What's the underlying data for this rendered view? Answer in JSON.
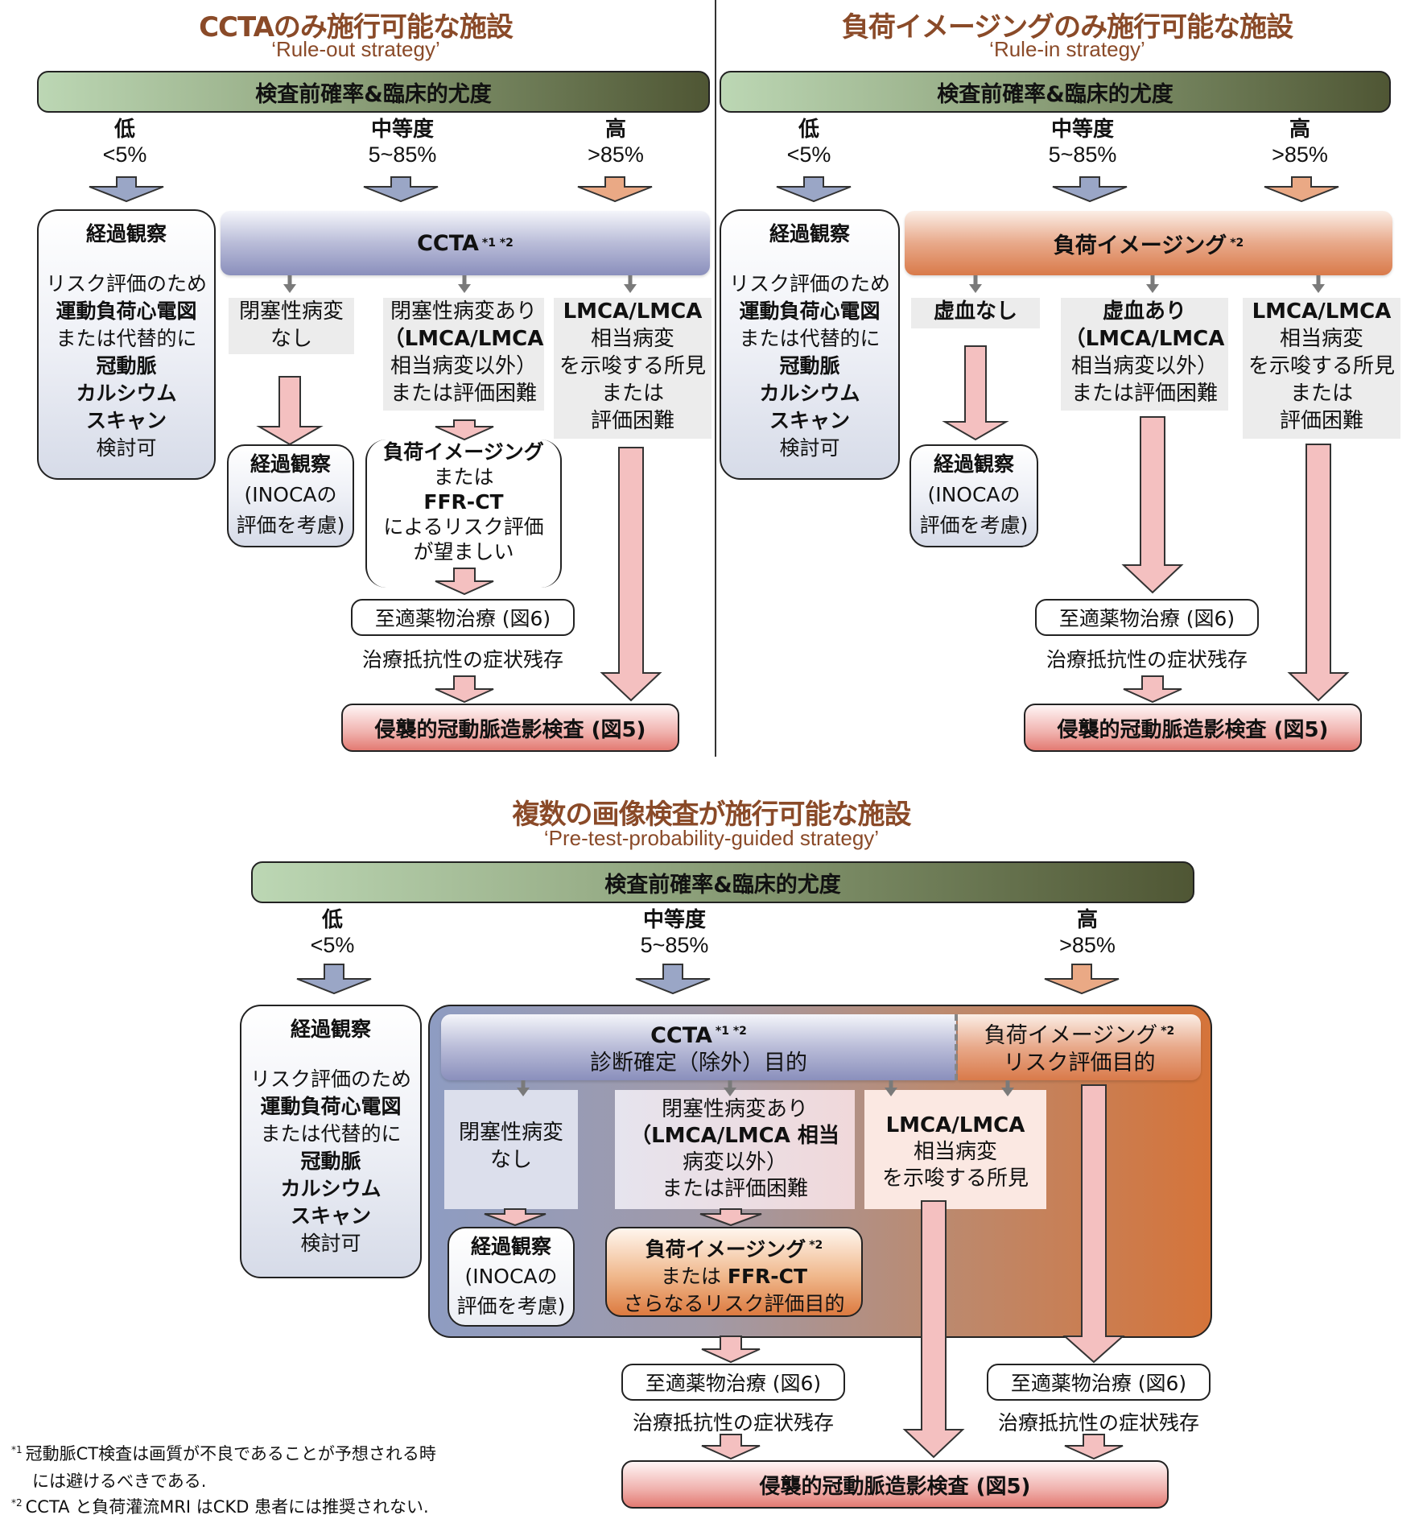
{
  "colors": {
    "title_brown": "#8a4a28",
    "blue_arrow": "#9aa6c6",
    "orange_arrow": "#eaa985",
    "pink_arrow": "#f4c0c0",
    "ccta_header": "#8a8fbc",
    "stress_header": "#d97a4a",
    "cag_box": "#e37a72",
    "pretest_bar_dark": "#4f5634",
    "pretest_bar_light": "#bcd7b4"
  },
  "left_panel": {
    "title": "CCTAのみ施行可能な施設",
    "subtitle": "‘Rule-out strategy’",
    "pretest_bar": "検査前確率&臨床的尤度",
    "levels": [
      {
        "name": "低",
        "range": "<5%",
        "arrow": "blue"
      },
      {
        "name": "中等度",
        "range": "5~85%",
        "arrow": "blue"
      },
      {
        "name": "高",
        "range": ">85%",
        "arrow": "orange"
      }
    ],
    "observation_box": {
      "title": "経過観察",
      "lines": [
        "リスク評価のため",
        "運動負荷心電図",
        "または代替的に",
        "冠動脈",
        "カルシウム",
        "スキャン",
        "検討可"
      ]
    },
    "header": {
      "label": "CCTA",
      "note": "*1 *2"
    },
    "outcomes": [
      {
        "lines": [
          "閉塞性病変",
          "なし"
        ]
      },
      {
        "lines": [
          "閉塞性病変あり",
          "（LMCA/LMCA",
          "相当病変以外）",
          "または評価困難"
        ]
      },
      {
        "lines": [
          "LMCA/LMCA",
          "相当病変",
          "を示唆する所見",
          "または",
          "評価困難"
        ]
      }
    ],
    "followup_box": {
      "lines": [
        "経過観察",
        "(INOCAの",
        "評価を考慮)"
      ]
    },
    "risk_box": {
      "lines": [
        "負荷イメージング",
        "または",
        "FFR-CT",
        "によるリスク評価",
        "が望ましい"
      ]
    },
    "omt": "至適薬物治療 (図6)",
    "refractory": "治療抵抗性の症状残存",
    "cag": "侵襲的冠動脈造影検査 (図5)"
  },
  "right_panel": {
    "title": "負荷イメージングのみ施行可能な施設",
    "subtitle": "‘Rule-in strategy’",
    "pretest_bar": "検査前確率&臨床的尤度",
    "levels": [
      {
        "name": "低",
        "range": "<5%",
        "arrow": "blue"
      },
      {
        "name": "中等度",
        "range": "5~85%",
        "arrow": "blue"
      },
      {
        "name": "高",
        "range": ">85%",
        "arrow": "orange"
      }
    ],
    "observation_box": {
      "title": "経過観察",
      "lines": [
        "リスク評価のため",
        "運動負荷心電図",
        "または代替的に",
        "冠動脈",
        "カルシウム",
        "スキャン",
        "検討可"
      ]
    },
    "header": {
      "label": "負荷イメージング",
      "note": "*2"
    },
    "outcomes": [
      {
        "lines": [
          "虚血なし"
        ]
      },
      {
        "lines": [
          "虚血あり",
          "（LMCA/LMCA",
          "相当病変以外）",
          "または評価困難"
        ]
      },
      {
        "lines": [
          "LMCA/LMCA",
          "相当病変",
          "を示唆する所見",
          "または",
          "評価困難"
        ]
      }
    ],
    "followup_box": {
      "lines": [
        "経過観察",
        "(INOCAの",
        "評価を考慮)"
      ]
    },
    "omt": "至適薬物治療 (図6)",
    "refractory": "治療抵抗性の症状残存",
    "cag": "侵襲的冠動脈造影検査 (図5)"
  },
  "bottom_panel": {
    "title": "複数の画像検査が施行可能な施設",
    "subtitle": "‘Pre-test-probability-guided strategy’",
    "pretest_bar": "検査前確率&臨床的尤度",
    "levels": [
      {
        "name": "低",
        "range": "<5%",
        "arrow": "blue"
      },
      {
        "name": "中等度",
        "range": "5~85%",
        "arrow": "blue"
      },
      {
        "name": "高",
        "range": ">85%",
        "arrow": "orange"
      }
    ],
    "observation_box": {
      "title": "経過観察",
      "lines": [
        "リスク評価のため",
        "運動負荷心電図",
        "または代替的に",
        "冠動脈",
        "カルシウム",
        "スキャン",
        "検討可"
      ]
    },
    "ccta_header": {
      "label": "CCTA",
      "note": "*1 *2",
      "purpose": "診断確定（除外）目的"
    },
    "stress_header": {
      "label": "負荷イメージング",
      "note": "*2",
      "purpose": "リスク評価目的"
    },
    "outcomes": [
      {
        "lines": [
          "閉塞性病変",
          "なし"
        ]
      },
      {
        "lines": [
          "閉塞性病変あり",
          "（LMCA/LMCA 相当",
          "病変以外）",
          "または評価困難"
        ]
      },
      {
        "lines": [
          "LMCA/LMCA",
          "相当病変",
          "を示唆する所見"
        ]
      }
    ],
    "followup_box": {
      "lines": [
        "経過観察",
        "(INOCAの",
        "評価を考慮)"
      ]
    },
    "further_box": {
      "line1": "負荷イメージング",
      "note": "*2",
      "line2_pre": "または ",
      "line2_bold": "FFR-CT",
      "line3": "さらなるリスク評価目的"
    },
    "omt_left": "至適薬物治療 (図6)",
    "refractory_left": "治療抵抗性の症状残存",
    "omt_right": "至適薬物治療 (図6)",
    "refractory_right": "治療抵抗性の症状残存",
    "cag": "侵襲的冠動脈造影検査 (図5)"
  },
  "footnotes": [
    {
      "mark": "*1",
      "text": "冠動脈CT検査は画質が不良であることが予想される時",
      "cont": "には避けるべきである."
    },
    {
      "mark": "*2",
      "text": "CCTA と負荷灌流MRI はCKD 患者には推奨されない."
    }
  ]
}
